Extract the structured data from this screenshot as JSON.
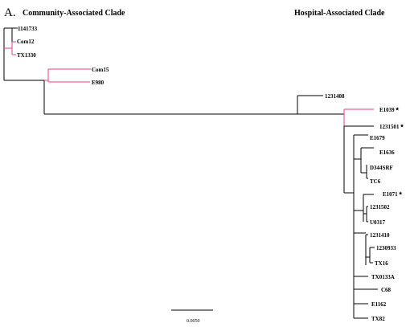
{
  "panel_letter": "A.",
  "clade_titles": {
    "community": "Community-Associated Clade",
    "hospital": "Hospital-Associated Clade"
  },
  "accent_color": "#e83e8c",
  "tips": [
    {
      "id": "t1141733",
      "label": "1141733",
      "star": false
    },
    {
      "id": "tCom12",
      "label": "Com12",
      "star": false
    },
    {
      "id": "tTX1330",
      "label": "TX1330",
      "star": false
    },
    {
      "id": "tCom15",
      "label": "Com15",
      "star": false
    },
    {
      "id": "tE980",
      "label": "E980",
      "star": false
    },
    {
      "id": "t1231408",
      "label": "1231408",
      "star": false
    },
    {
      "id": "tE1039",
      "label": "E1039",
      "star": true
    },
    {
      "id": "t1231501",
      "label": "1231501",
      "star": true
    },
    {
      "id": "tE1679",
      "label": "E1679",
      "star": false
    },
    {
      "id": "tE1636",
      "label": "E1636",
      "star": false
    },
    {
      "id": "tD344SRF",
      "label": "D344SRF",
      "star": false
    },
    {
      "id": "tTC6",
      "label": "TC6",
      "star": false
    },
    {
      "id": "tE1071",
      "label": "E1071",
      "star": true
    },
    {
      "id": "t1231502",
      "label": "1231502",
      "star": false
    },
    {
      "id": "tU0317",
      "label": "U0317",
      "star": false
    },
    {
      "id": "t1231410",
      "label": "1231410",
      "star": false
    },
    {
      "id": "t1230933",
      "label": "1230933",
      "star": false
    },
    {
      "id": "tTX16",
      "label": "TX16",
      "star": false
    },
    {
      "id": "tTX0133A",
      "label": "TX0133A",
      "star": false
    },
    {
      "id": "tC68",
      "label": "C68",
      "star": false
    },
    {
      "id": "tE1162",
      "label": "E1162",
      "star": false
    },
    {
      "id": "tTX82",
      "label": "TX82",
      "star": false
    }
  ],
  "scale_bar": {
    "label": "0.0050"
  }
}
